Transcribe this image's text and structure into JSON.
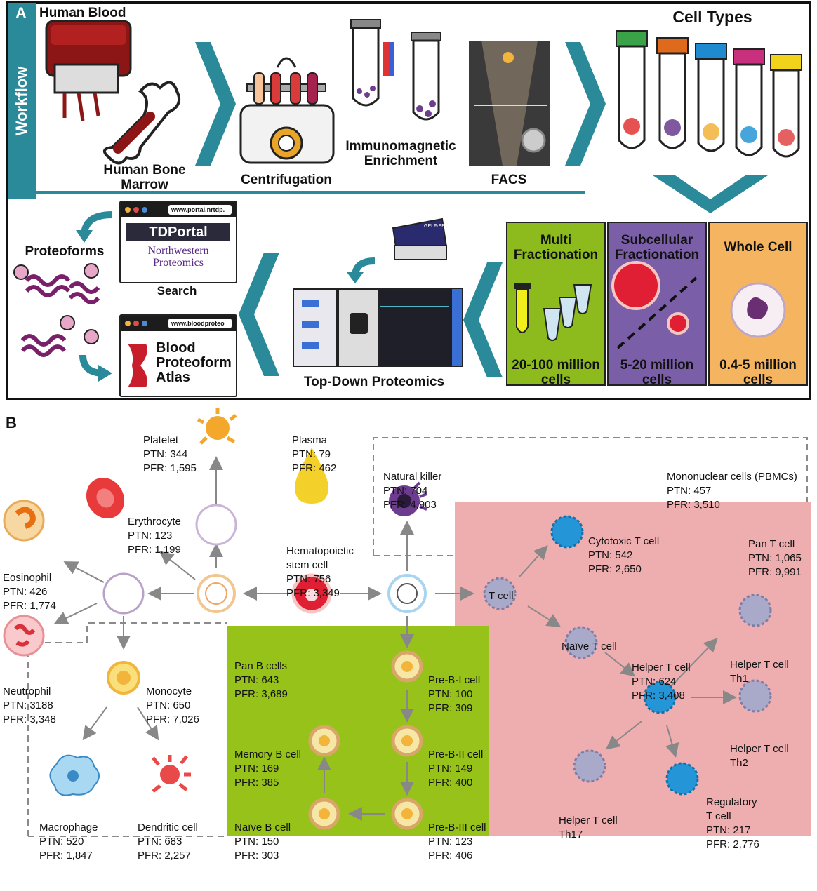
{
  "panel_a": {
    "letter": "A",
    "workflow": "Workflow",
    "human_blood": "Human Blood",
    "bone_marrow_l1": "Human Bone",
    "bone_marrow_l2": "Marrow",
    "centrifugation": "Centrifugation",
    "immuno_l1": "Immunomagnetic",
    "immuno_l2": "Enrichment",
    "facs": "FACS",
    "cell_types": "Cell Types",
    "proteoforms": "Proteoforms",
    "search": "Search",
    "top_down": "Top-Down Proteomics",
    "gelfree": "GELFrEE",
    "portal_url": "www.portal.nrtdp.",
    "portal_name": "TDPortal",
    "nw_l1": "Northwestern",
    "nw_l2": "Proteomics",
    "atlas_url": "www.bloodproteo",
    "atlas_l1": "Blood",
    "atlas_l2": "Proteoform",
    "atlas_l3": "Atlas",
    "boxes": [
      {
        "title_l1": "Multi",
        "title_l2": "Fractionation",
        "cells_l1": "20-100 million",
        "cells_l2": "cells",
        "color": "#8dbb1e"
      },
      {
        "title_l1": "Subcellular",
        "title_l2": "Fractionation",
        "cells_l1": "5-20 million",
        "cells_l2": "cells",
        "color": "#7a5ea8"
      },
      {
        "title_l1": "Whole Cell",
        "title_l2": "",
        "cells_l1": "0.4-5 million",
        "cells_l2": "cells",
        "color": "#f5b560"
      }
    ],
    "colors": {
      "teal": "#2b8a9a",
      "green": "#8dbb1e",
      "purple": "#7a5ea8",
      "orange": "#f5b560"
    }
  },
  "panel_b": {
    "letter": "B",
    "cells": {
      "platelet": {
        "name": "Platelet",
        "ptn": "PTN: 344",
        "pfr": "PFR: 1,595"
      },
      "plasma": {
        "name": "Plasma",
        "ptn": "PTN: 79",
        "pfr": "PFR: 462"
      },
      "natural_killer": {
        "name": "Natural killer",
        "ptn": "PTN: 704",
        "pfr": "PFR: 4,903"
      },
      "pbmc": {
        "name": "Mononuclear cells (PBMCs)",
        "ptn": "PTN: 457",
        "pfr": "PFR: 3,510"
      },
      "erythrocyte": {
        "name": "Erythrocyte",
        "ptn": "PTN: 123",
        "pfr": "PFR: 1,199"
      },
      "hsc": {
        "name_l1": "Hematopoietic",
        "name_l2": "stem cell",
        "ptn": "PTN: 756",
        "pfr": "PFR: 3,349"
      },
      "eosinophil": {
        "name": "Eosinophil",
        "ptn": "PTN: 426",
        "pfr": "PFR: 1,774"
      },
      "neutrophil": {
        "name": "Neutrophil",
        "ptn": "PTN: 3188",
        "pfr": "PFR: 3,348"
      },
      "monocyte": {
        "name": "Monocyte",
        "ptn": "PTN: 650",
        "pfr": "PFR: 7,026"
      },
      "macrophage": {
        "name": "Macrophage",
        "ptn": "PTN: 520",
        "pfr": "PFR: 1,847"
      },
      "dendritic": {
        "name": "Dendritic cell",
        "ptn": "PTN: 683",
        "pfr": "PFR: 2,257"
      },
      "pan_b": {
        "name": "Pan B cells",
        "ptn": "PTN: 643",
        "pfr": "PFR: 3,689"
      },
      "pre_b_1": {
        "name": "Pre-B-I cell",
        "ptn": "PTN: 100",
        "pfr": "PFR: 309"
      },
      "pre_b_2": {
        "name": "Pre-B-II cell",
        "ptn": "PTN: 149",
        "pfr": "PFR: 400"
      },
      "pre_b_3": {
        "name": "Pre-B-III cell",
        "ptn": "PTN: 123",
        "pfr": "PFR: 406"
      },
      "memory_b": {
        "name": "Memory B cell",
        "ptn": "PTN: 169",
        "pfr": "PFR: 385"
      },
      "naive_b": {
        "name": "Naïve B cell",
        "ptn": "PTN: 150",
        "pfr": "PFR: 303"
      },
      "t_cell": {
        "name": "T cell"
      },
      "cytotoxic_t": {
        "name": "Cytotoxic T cell",
        "ptn": "PTN: 542",
        "pfr": "PFR: 2,650"
      },
      "pan_t": {
        "name": "Pan T cell",
        "ptn": "PTN: 1,065",
        "pfr": "PFR: 9,991"
      },
      "naive_t": {
        "name": "Naïve T cell"
      },
      "helper_t": {
        "name": "Helper T cell",
        "ptn": "PTN: 624",
        "pfr": "PFR: 3,408"
      },
      "th1": {
        "name_l1": "Helper T cell",
        "name_l2": "Th1"
      },
      "th2": {
        "name_l1": "Helper T cell",
        "name_l2": "Th2"
      },
      "th17": {
        "name_l1": "Helper T cell",
        "name_l2": "Th17"
      },
      "treg": {
        "name_l1": "Regulatory",
        "name_l2": "T cell",
        "ptn": "PTN: 217",
        "pfr": "PFR: 2,776"
      }
    },
    "colors": {
      "b_region": "#97c21a",
      "t_region": "#eeaeb0",
      "arrow": "#888888",
      "dashed": "#8a8a8a"
    }
  }
}
